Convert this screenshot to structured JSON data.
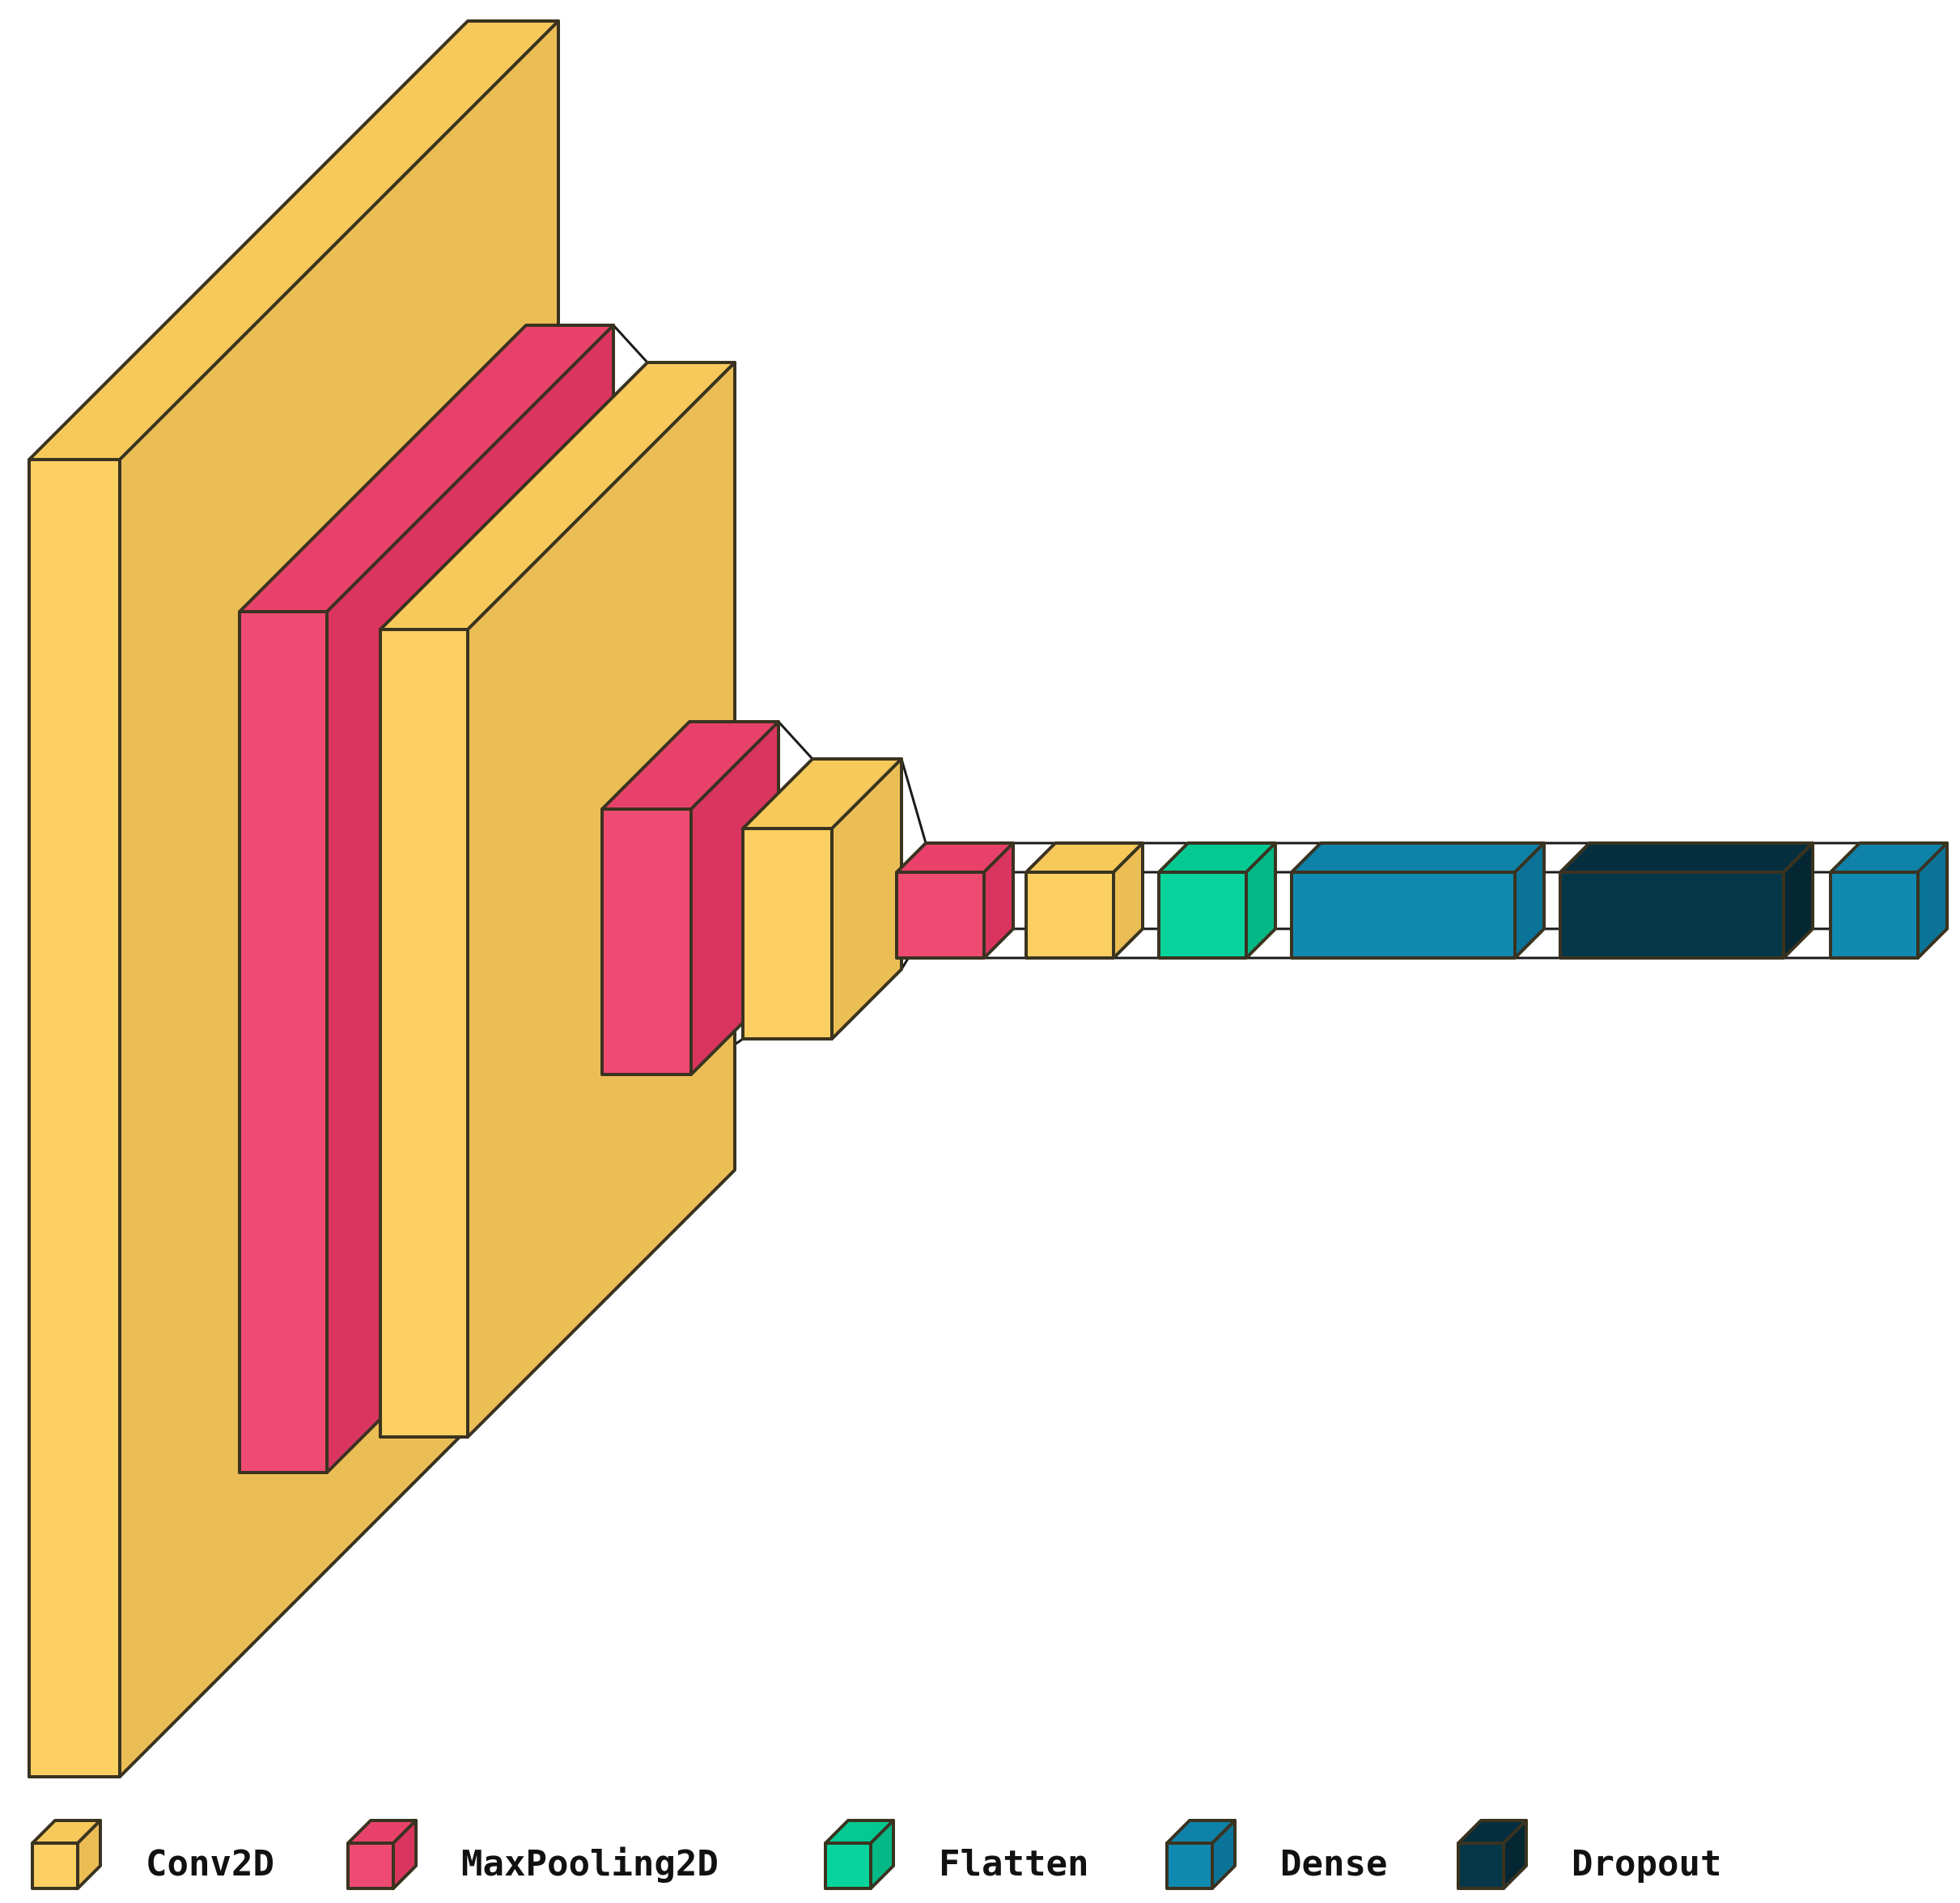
{
  "colors": {
    "Conv2D": {
      "front": "#FCCF62",
      "top": "#F7C95B",
      "side": "#EBBE55"
    },
    "MaxPooling2D": {
      "front": "#EF4A71",
      "top": "#E8426A",
      "side": "#DA355E"
    },
    "Flatten": {
      "front": "#07D39C",
      "top": "#05C992",
      "side": "#04B985"
    },
    "Dense": {
      "front": "#118AB2",
      "top": "#0E82A8",
      "side": "#0B7398"
    },
    "Dropout": {
      "front": "#063748",
      "top": "#052F3E",
      "side": "#042733"
    }
  },
  "layers": [
    {
      "type": "Conv2D"
    },
    {
      "type": "MaxPooling2D"
    },
    {
      "type": "Conv2D"
    },
    {
      "type": "MaxPooling2D"
    },
    {
      "type": "Conv2D"
    },
    {
      "type": "MaxPooling2D"
    },
    {
      "type": "Conv2D"
    },
    {
      "type": "Flatten"
    },
    {
      "type": "Dense"
    },
    {
      "type": "Dropout"
    },
    {
      "type": "Dense"
    }
  ],
  "legend": [
    {
      "type": "Conv2D",
      "label": "Conv2D"
    },
    {
      "type": "MaxPooling2D",
      "label": "MaxPooling2D"
    },
    {
      "type": "Flatten",
      "label": "Flatten"
    },
    {
      "type": "Dense",
      "label": "Dense"
    },
    {
      "type": "Dropout",
      "label": "Dropout"
    }
  ]
}
